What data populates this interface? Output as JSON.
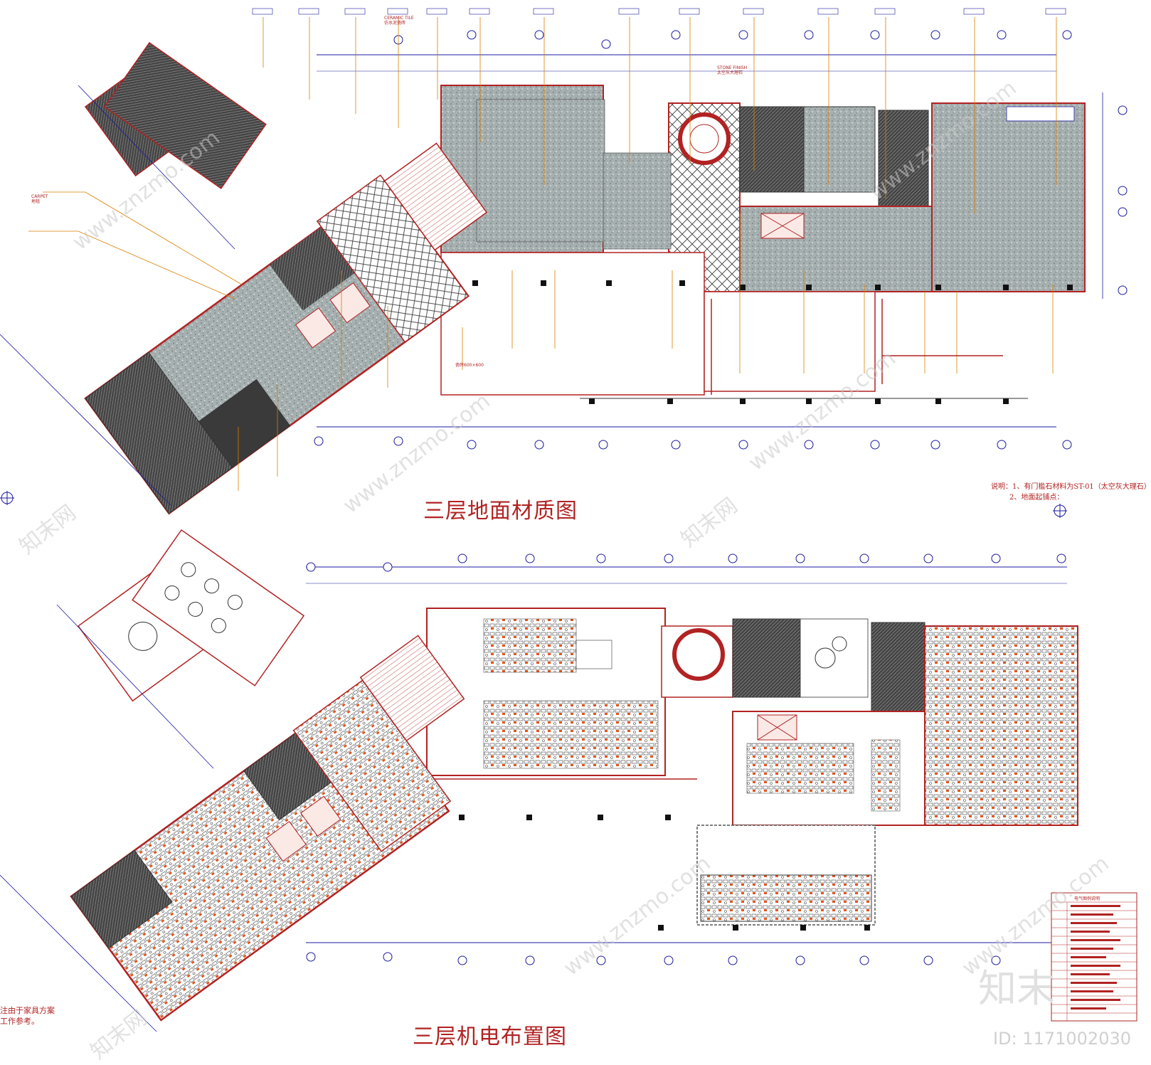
{
  "plan1": {
    "title": "三层地面材质图",
    "notes": [
      "说明：1、有门槛石材料为ST-01（太空灰大理石）",
      "2、地面起铺点："
    ]
  },
  "plan2": {
    "title": "三层机电布置图",
    "left_notes": [
      "注由于家具方案",
      "工作参考。"
    ]
  },
  "material_labels": {
    "carpet_en": "CARPET",
    "carpet_zh": "地毯",
    "tile_en": "CERAMIC TILE",
    "tile_zh": "仿水泥瓷砖",
    "stone_en": "STONE FINISH",
    "stone_zh": "太空灰大理石",
    "tile_size": "瓷砖600×600"
  },
  "legend": {
    "title": "电气图例说明"
  },
  "watermarks": {
    "site": "www.znzmo.com",
    "brand": "知末网",
    "logo": "知末",
    "id": "ID: 1171002030"
  },
  "colors": {
    "wall": "#b22222",
    "grid": "#1a1aa0",
    "leader": "#d97f00",
    "floor": "#9aa3a3",
    "dark": "#1b3b38",
    "furniture": "#e0561f"
  }
}
